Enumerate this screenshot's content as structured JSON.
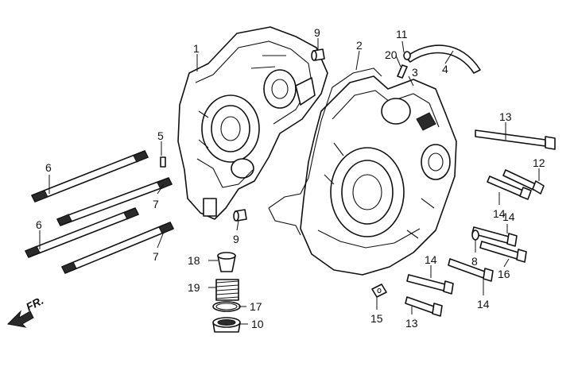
{
  "diagram": {
    "title": "Crankcase exploded view",
    "direction_label": "FR.",
    "callouts": [
      {
        "id": "c1",
        "text": "1"
      },
      {
        "id": "c2",
        "text": "2"
      },
      {
        "id": "c3",
        "text": "3"
      },
      {
        "id": "c4",
        "text": "4"
      },
      {
        "id": "c5",
        "text": "5"
      },
      {
        "id": "c6a",
        "text": "6"
      },
      {
        "id": "c6b",
        "text": "6"
      },
      {
        "id": "c7a",
        "text": "7"
      },
      {
        "id": "c7b",
        "text": "7"
      },
      {
        "id": "c8",
        "text": "8"
      },
      {
        "id": "c9a",
        "text": "9"
      },
      {
        "id": "c9b",
        "text": "9"
      },
      {
        "id": "c10",
        "text": "10"
      },
      {
        "id": "c11",
        "text": "11"
      },
      {
        "id": "c12",
        "text": "12"
      },
      {
        "id": "c13a",
        "text": "13"
      },
      {
        "id": "c13b",
        "text": "13"
      },
      {
        "id": "c14a",
        "text": "14"
      },
      {
        "id": "c14b",
        "text": "14"
      },
      {
        "id": "c14c",
        "text": "14"
      },
      {
        "id": "c14d",
        "text": "14"
      },
      {
        "id": "c15",
        "text": "15"
      },
      {
        "id": "c16",
        "text": "16"
      },
      {
        "id": "c17",
        "text": "17"
      },
      {
        "id": "c18",
        "text": "18"
      },
      {
        "id": "c19",
        "text": "19"
      },
      {
        "id": "c20",
        "text": "20"
      }
    ]
  }
}
